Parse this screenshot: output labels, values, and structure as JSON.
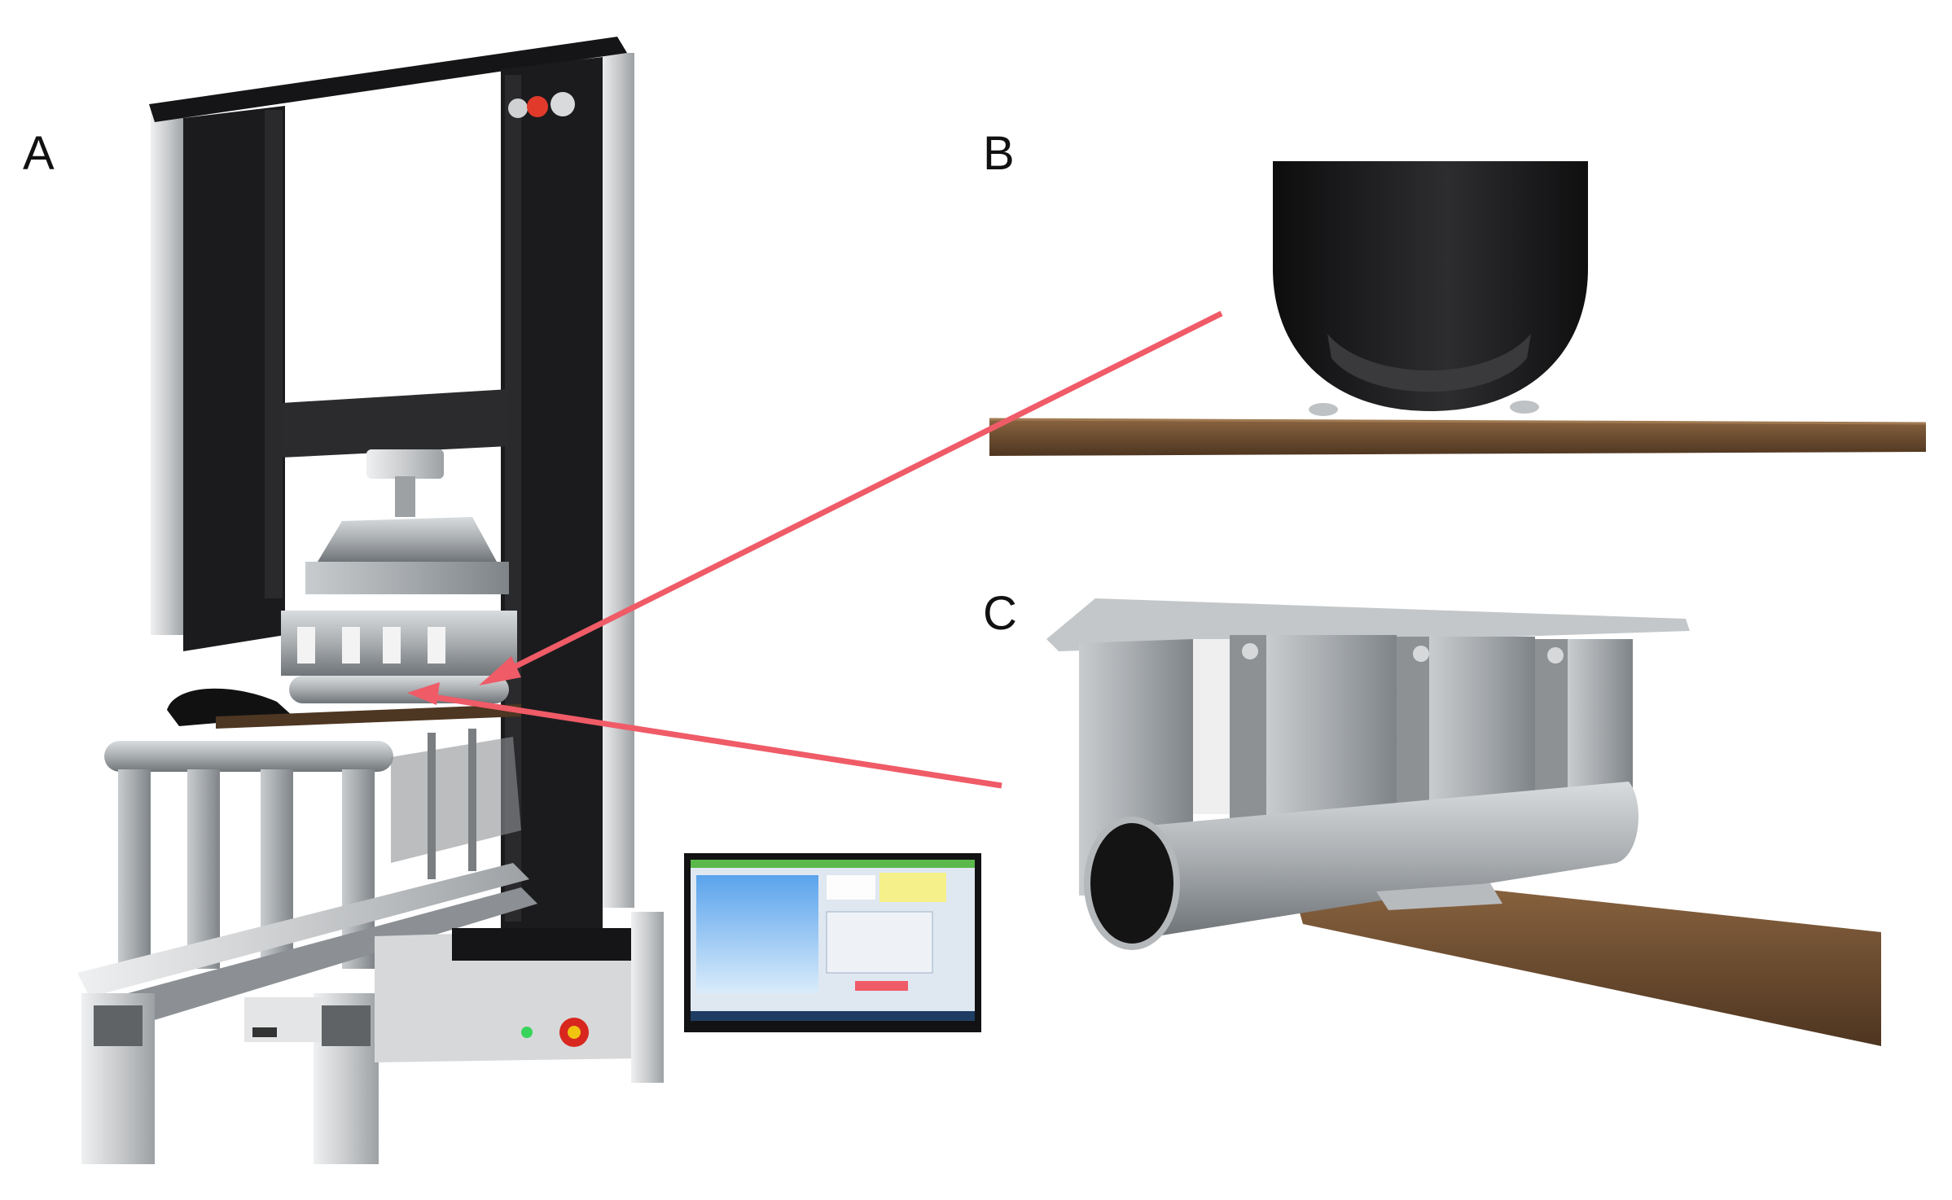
{
  "panels": {
    "a": {
      "label": "A"
    },
    "b": {
      "label": "B"
    },
    "c": {
      "label": "C"
    }
  },
  "colors": {
    "background": "#ffffff",
    "frame_black": "#1b1b1d",
    "aluminium": "#c9cbcd",
    "galvanized": "#a9adb0",
    "galvanized_dark": "#7f8488",
    "wood_board": "#6a4a2c",
    "wood_board_top": "#8a6440",
    "arrow_red": "#ef5b67",
    "monitor_screen": "#cfe0f4",
    "monitor_blue": "#1f7fd6",
    "control_box": "#d7d8da",
    "emergency_stop": "#d8271f",
    "power_led": "#37d35a"
  }
}
